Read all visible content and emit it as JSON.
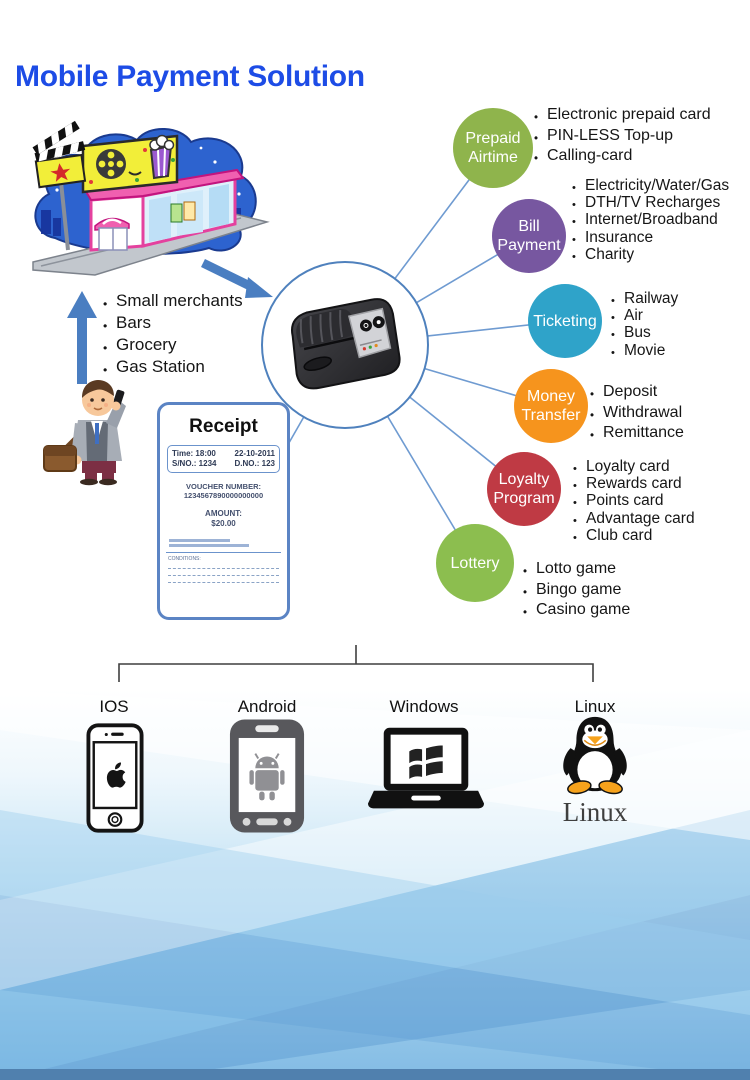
{
  "title": {
    "text": "Mobile Payment Solution"
  },
  "colors": {
    "title": "#1d4ce6",
    "connector_line": "#6f9bd1",
    "arrow": "#4a7ec1",
    "bracket": "#3f3f3f",
    "receipt_border": "#5b84c4",
    "bottom_bar": "#5080ae"
  },
  "merchant_list": {
    "items": [
      "Small merchants",
      "Bars",
      "Grocery",
      "Gas Station"
    ]
  },
  "services": [
    {
      "id": "prepaid-airtime",
      "label_lines": [
        "Prepaid",
        "Airtime"
      ],
      "color": "#8fb44c",
      "items": [
        "Electronic prepaid card",
        "PIN-LESS Top-up",
        "Calling-card"
      ]
    },
    {
      "id": "bill-payment",
      "label_lines": [
        "Bill",
        "Payment"
      ],
      "color": "#7757a0",
      "items": [
        "Electricity/Water/Gas",
        "DTH/TV Recharges",
        "Internet/Broadband",
        "Insurance",
        "Charity"
      ]
    },
    {
      "id": "ticketing",
      "label_lines": [
        "Ticketing"
      ],
      "color": "#2fa3c9",
      "items": [
        "Railway",
        "Air",
        "Bus",
        "Movie"
      ]
    },
    {
      "id": "money-transfer",
      "label_lines": [
        "Money",
        "Transfer"
      ],
      "color": "#f6941d",
      "items": [
        "Deposit",
        "Withdrawal",
        "Remittance"
      ]
    },
    {
      "id": "loyalty-program",
      "label_lines": [
        "Loyalty",
        "Program"
      ],
      "color": "#bf3a44",
      "items": [
        "Loyalty card",
        "Rewards card",
        "Points card",
        "Advantage card",
        "Club card"
      ]
    },
    {
      "id": "lottery",
      "label_lines": [
        "Lottery"
      ],
      "color": "#8cbe4f",
      "items": [
        "Lotto game",
        "Bingo game",
        "Casino game"
      ]
    }
  ],
  "receipt": {
    "title": "Receipt",
    "time_label": "Time: 18:00",
    "date_value": "22-10-2011",
    "sno_label": "S/NO.: 1234",
    "dno_label": "D.NO.: 123",
    "voucher_label": "VOUCHER NUMBER:",
    "voucher_value": "1234567890000000000",
    "amount_label": "AMOUNT:",
    "amount_value": "$20.00",
    "conditions_label": "CONDITIONS:"
  },
  "platforms": [
    {
      "label": "IOS"
    },
    {
      "label": "Android"
    },
    {
      "label": "Windows"
    },
    {
      "label": "Linux",
      "wordmark": "Linux"
    }
  ],
  "icons": {
    "storefront": "movie-store-illustration",
    "merchant": "businessman-with-phone-illustration",
    "printer": "portable-thermal-printer-image",
    "ios": "iphone-icon",
    "android": "android-phone-icon",
    "windows": "windows-laptop-icon",
    "linux": "tux-penguin-icon"
  }
}
